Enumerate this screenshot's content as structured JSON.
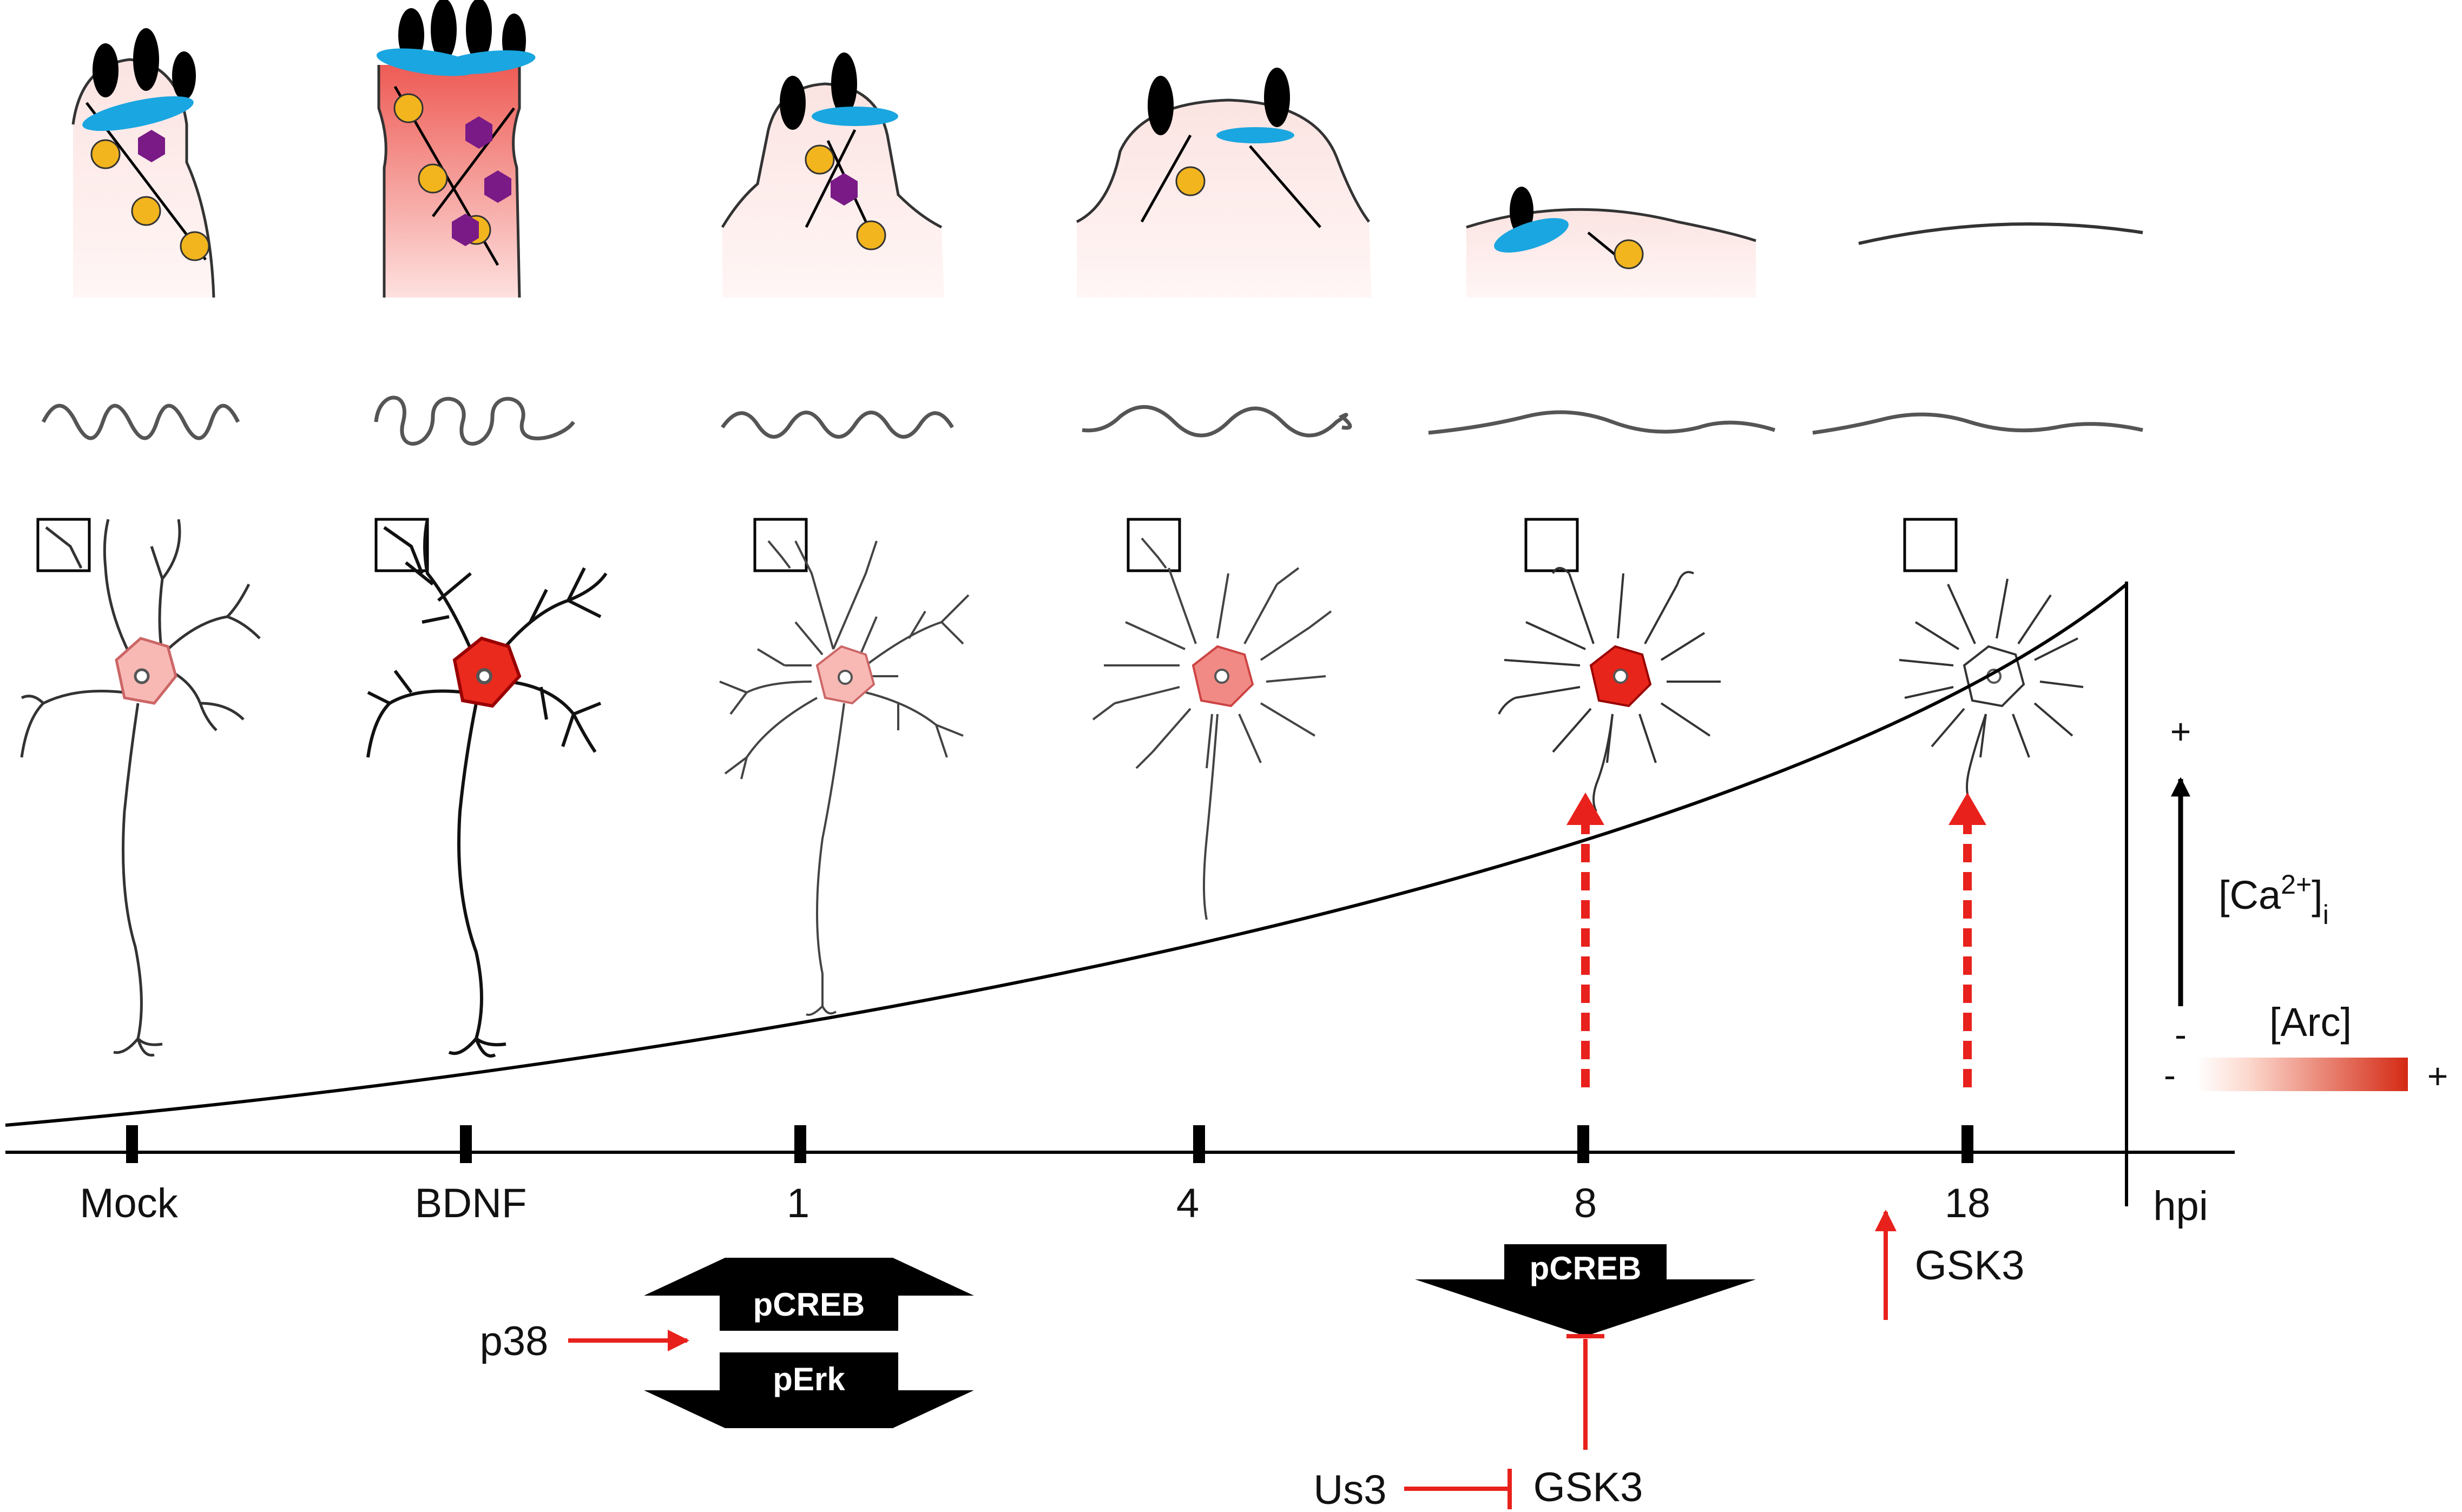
{
  "timeline": {
    "ticks": [
      "Mock",
      "BDNF",
      "1",
      "4",
      "8",
      "18"
    ],
    "unit": "hpi"
  },
  "regulation": {
    "early": {
      "upstream": "p38",
      "boxes": [
        "pCREB",
        "pErk"
      ]
    },
    "mid": {
      "box": "pCREB",
      "kinase": "GSK3",
      "inhibitor": "Us3"
    },
    "late": {
      "kinase": "GSK3"
    }
  },
  "legend": {
    "calcium_label": "[Ca",
    "calcium_sup": "2+",
    "calcium_sub": "i",
    "calcium_plus": "+",
    "calcium_minus": "-",
    "arc_label": "[Arc]",
    "arc_minus": "-",
    "arc_plus": "+"
  },
  "colors": {
    "arc_low": "#fde9e6",
    "arc_high": "#d42a14",
    "receptor_black": "#000000",
    "receptor_blue": "#1aa6e0",
    "vesicle": "#f2b51e",
    "hexagon": "#7a1a86",
    "inhibition_red": "#e8211c"
  }
}
